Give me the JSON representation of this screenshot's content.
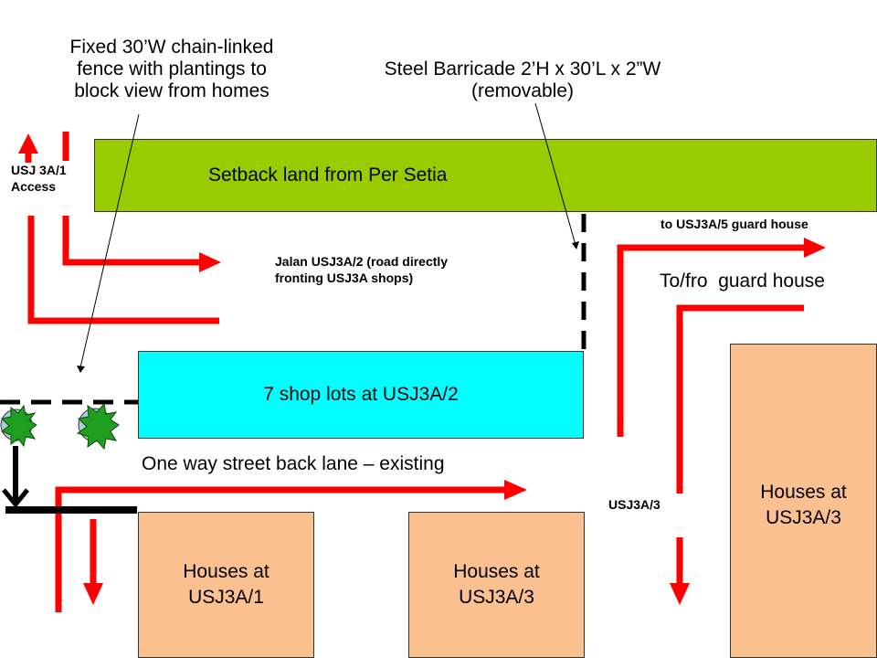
{
  "colors": {
    "setback": "#99cc00",
    "shops": "#00ffff",
    "houses": "#fac090",
    "arrow": "#ff0000",
    "shrub": "#1f9e1f"
  },
  "annotations": {
    "fence_line1": "Fixed 30’W chain-linked",
    "fence_line2": "fence with plantings to",
    "fence_line3": "block view from homes",
    "barricade_line1": "Steel Barricade 2’H x 30’L x 2”W",
    "barricade_line2": "(removable)"
  },
  "areas": {
    "setback": "Setback land from Per Setia",
    "shops": "7 shop lots at USJ3A/2",
    "houses_a1_line1": "Houses at",
    "houses_a1_line2": "USJ3A/1",
    "houses_a3_line1": "Houses at",
    "houses_a3_line2": "USJ3A/3",
    "houses_right_line1": "Houses at",
    "houses_right_line2": "USJ3A/3"
  },
  "roads": {
    "access_line1": "USJ 3A/1",
    "access_line2": "Access",
    "jalan_line1": "Jalan USJ3A/2 (road directly",
    "jalan_line2": "fronting USJ3A shops)",
    "to_guard": "to USJ3A/5 guard house",
    "to_fro": "To/fro  guard house",
    "back_lane": "One way street back lane – existing",
    "usj3a3": "USJ3A/3"
  }
}
